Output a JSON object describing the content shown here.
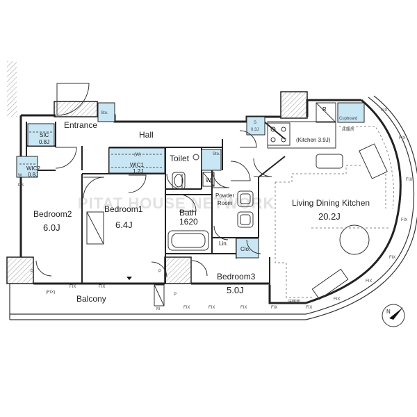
{
  "rooms": {
    "entrance": "Entrance",
    "hall": "Hall",
    "toilet": "Toilet",
    "bath": "Bath",
    "bath_size": "1620",
    "powder_room_1": "Powder",
    "powder_room_2": "Room",
    "bedroom1": "Bedroom1",
    "bedroom1_area": "6.4J",
    "bedroom2": "Bedroom2",
    "bedroom2_area": "6.0J",
    "bedroom3": "Bedroom3",
    "bedroom3_area": "5.0J",
    "ldk": "Living Dining Kitchen",
    "ldk_area": "20.2J",
    "kitchen": "(Kitchen 3.9J)",
    "balcony": "Balcony"
  },
  "storage": {
    "sto": "Sto.",
    "sic": "SIC",
    "sic_area": "0.8J",
    "wic1_w": "(W)",
    "wic1": "WIC1",
    "wic1_area": "1.2J",
    "wic2": "WIC2",
    "wic2_area": "0.8J",
    "s": "S",
    "s_area": "0.3J",
    "lin": "Lin.",
    "clo": "Clo.",
    "cupboard": "Cupboard",
    "r": "R",
    "w": "W",
    "ps": "PS",
    "wt": "W",
    "p": "P",
    "m": "M"
  },
  "annotations": {
    "floor_heating": "床暖房",
    "fix": "FIX",
    "fix_paren": "(FIX)",
    "watermark": "PITAT HOUSE NETWORK"
  },
  "colors": {
    "wall": "#222222",
    "storage_fill": "#c9e6f5",
    "hatch": "#9a9a9a",
    "dashed": "#888888"
  }
}
